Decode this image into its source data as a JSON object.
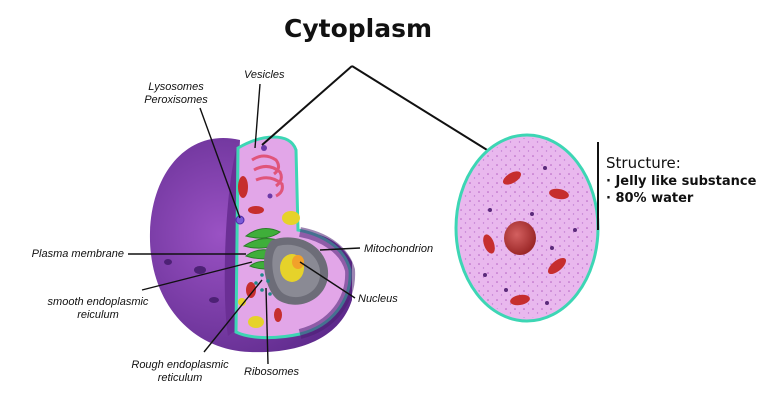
{
  "title": "Cytoplasm",
  "labels": {
    "lysosomes": "Lysosomes",
    "peroxisomes": "Peroxisomes",
    "vesicles": "Vesicles",
    "plasma_membrane": "Plasma membrane",
    "smooth_er_line1": "smooth endoplasmic",
    "smooth_er_line2": "reiculum",
    "rough_er_line1": "Rough endoplasmic",
    "rough_er_line2": "reticulum",
    "ribosomes": "Ribosomes",
    "mitochondrion": "Mitochondrion",
    "nucleus": "Nucleus"
  },
  "structure": {
    "heading": "Structure:",
    "points": [
      "· Jelly like substance",
      "· 80% water"
    ]
  },
  "colors": {
    "cell_outer": "#7a3aa6",
    "cell_outer_dark": "#5d2a86",
    "cytoplasm": "#e9b8ee",
    "membrane": "#3dd6b4",
    "nucleus": "#b83a3a",
    "mitochondria": "#c62e2e",
    "golgi_er": "#3fae3a",
    "vesicle_yellow": "#e6d22a"
  }
}
